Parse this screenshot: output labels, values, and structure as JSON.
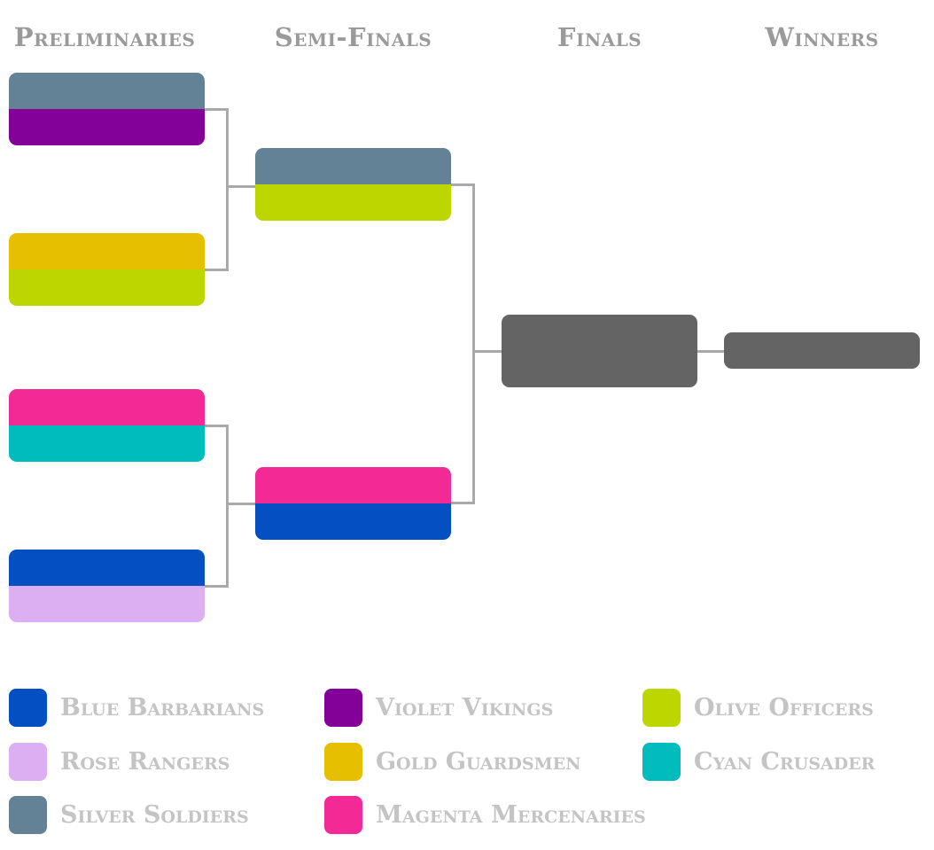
{
  "rounds": [
    "Preliminaries",
    "Semi-Finals",
    "Finals",
    "Winners"
  ],
  "colors": {
    "connector": "#a9a9a9",
    "empty_slot": "#646464",
    "title_text": "#9a9a9a",
    "legend_text": "#c4c4c4"
  },
  "teams": {
    "blue": {
      "name": "Blue Barbarians",
      "color": "#0450c2"
    },
    "violet": {
      "name": "Violet Vikings",
      "color": "#830199"
    },
    "olive": {
      "name": "Olive Officers",
      "color": "#bed600"
    },
    "rose": {
      "name": "Rose Rangers",
      "color": "#dcaef2"
    },
    "gold": {
      "name": "Gold Guardsmen",
      "color": "#e6c000"
    },
    "cyan": {
      "name": "Cyan Crusader",
      "color": "#00bcbc"
    },
    "silver": {
      "name": "Silver Soldiers",
      "color": "#638296"
    },
    "magenta": {
      "name": "Magenta Mercenaries",
      "color": "#f32a96"
    }
  },
  "bracket": {
    "preliminaries": [
      [
        "silver",
        "violet"
      ],
      [
        "gold",
        "olive"
      ],
      [
        "magenta",
        "cyan"
      ],
      [
        "blue",
        "rose"
      ]
    ],
    "semi_finals": [
      [
        "silver",
        "olive"
      ],
      [
        "magenta",
        "blue"
      ]
    ],
    "finals": [
      null,
      null
    ],
    "winner": null
  },
  "legend": [
    "blue",
    "violet",
    "olive",
    "rose",
    "gold",
    "cyan",
    "silver",
    "magenta"
  ]
}
